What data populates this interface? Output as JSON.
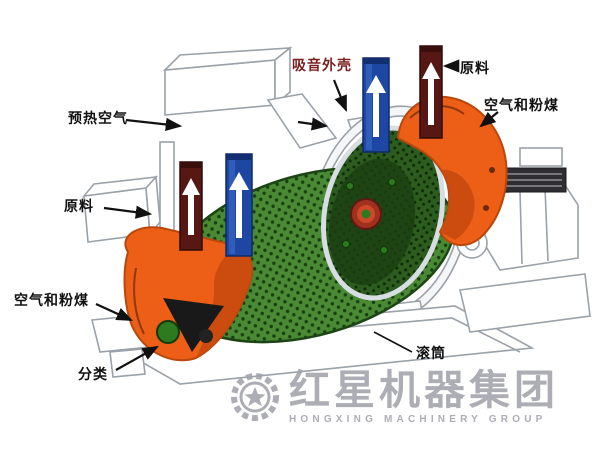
{
  "labels": {
    "preheat_air": "预热空气",
    "sound_shell": "吸音外壳",
    "raw_material_right": "原料",
    "air_coal_right": "空气和粉煤",
    "raw_material_left": "原料",
    "air_coal_left": "空气和粉煤",
    "classification": "分类",
    "drum": "滚筒"
  },
  "watermark": {
    "brand_cn": "红星机器集团",
    "brand_en": "HONGXING MACHINERY GROUP"
  },
  "colors": {
    "housing_orange": "#ed5f17",
    "air_pipe_blue": "#1d47a3",
    "material_pipe_maroon": "#571712",
    "drum_green": "#4a8a35",
    "drum_interior_green": "#2c5c1e",
    "detail_red": "#a2301f",
    "label_black": "#111111",
    "label_dark_red": "#7b2020",
    "outline_gray": "#9aa1a8",
    "watermark_gray": "#a2a2ab"
  }
}
